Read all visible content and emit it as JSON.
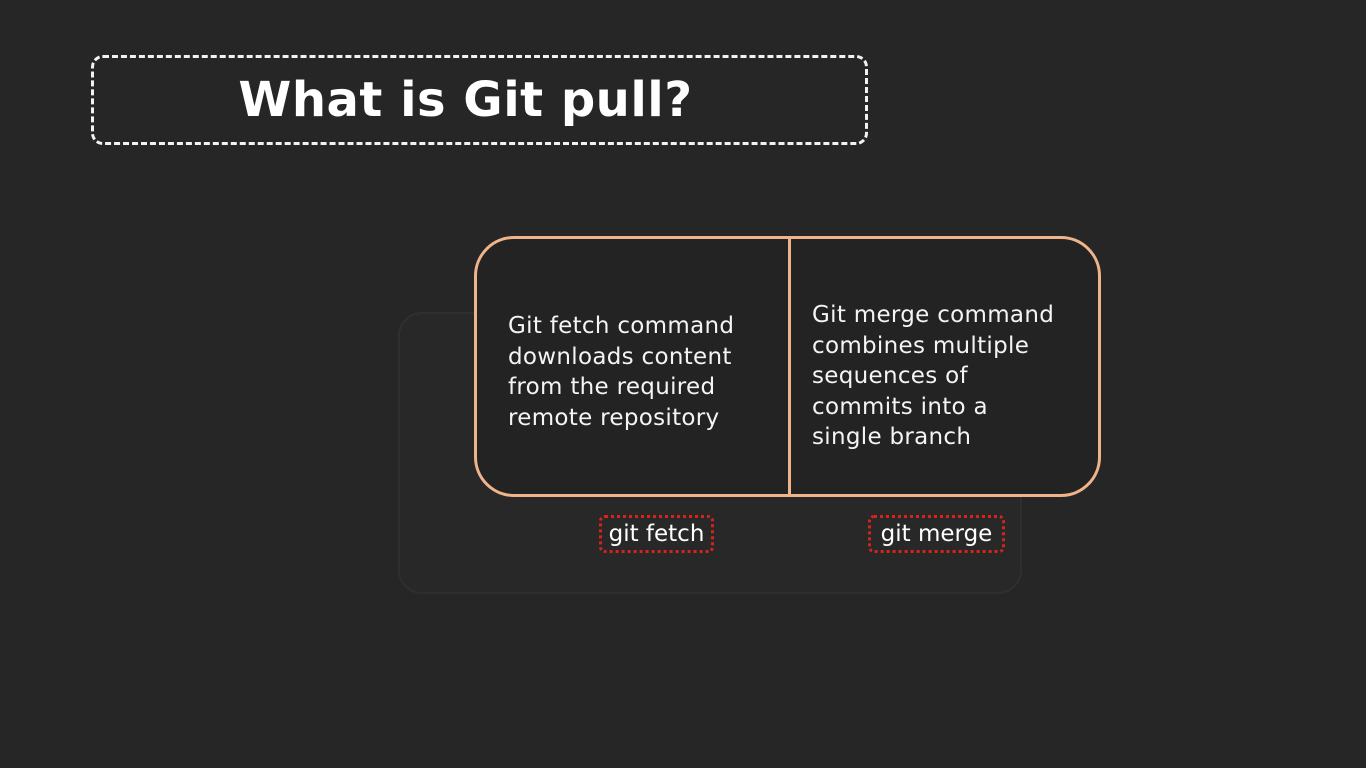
{
  "slide": {
    "title": "What is Git pull?",
    "left_panel": {
      "text": "Git fetch command\ndownloads content\nfrom the required\nremote repository"
    },
    "right_panel": {
      "text": "Git merge command\ncombines multiple\nsequences of\ncommits into a\nsingle branch"
    },
    "tags": {
      "fetch": "git fetch",
      "merge": "git merge"
    }
  },
  "colors": {
    "background": "#262626",
    "box_border": "#f0b48a",
    "tag_border": "#d4251c",
    "text": "#ffffff"
  }
}
